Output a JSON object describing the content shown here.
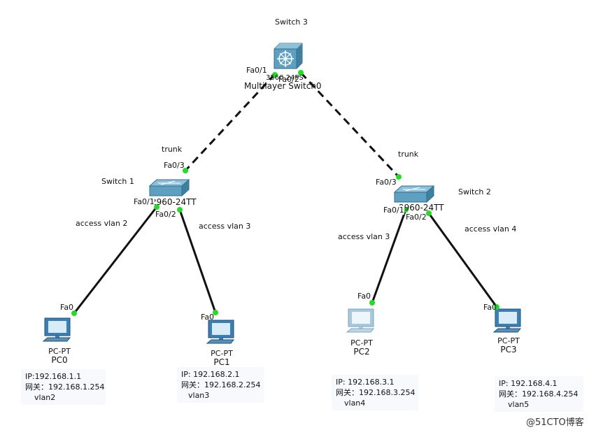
{
  "switch3": {
    "title": "Switch 3",
    "model": "3560 24PS",
    "name": "Multilayer Switch0",
    "port_left": "Fa0/1",
    "port_right": "Fa0/2"
  },
  "switch1": {
    "title": "Switch 1",
    "model": "2960-24TT",
    "port_up": "Fa0/3",
    "port_a": "Fa0/1",
    "port_b": "Fa0/2"
  },
  "switch2": {
    "title": "Switch 2",
    "model": "2960-24TT",
    "name": "Switch2",
    "port_up": "Fa0/3",
    "port_a": "Fa0/1",
    "port_b": "Fa0/2"
  },
  "links": {
    "trunk_left": "trunk",
    "trunk_right": "trunk",
    "access_pc0": "access vlan 2",
    "access_pc1": "access vlan 3",
    "access_pc2": "access vlan 3",
    "access_pc3": "access vlan 4"
  },
  "pcs": [
    {
      "type": "PC-PT",
      "name": "PC0",
      "port": "Fa0",
      "ip": "IP:192.168.1.1",
      "gw": "网关：192.168.1.254",
      "vlan": "vlan2"
    },
    {
      "type": "PC-PT",
      "name": "PC1",
      "port": "Fa0",
      "ip": "IP:  192.168.2.1",
      "gw": "网关：192.168.2.254",
      "vlan": "vlan3"
    },
    {
      "type": "PC-PT",
      "name": "PC2",
      "port": "Fa0",
      "ip": "IP:  192.168.3.1",
      "gw": "网关：192.168.3.254",
      "vlan": "vlan4"
    },
    {
      "type": "PC-PT",
      "name": "PC3",
      "port": "Fa0",
      "ip": "IP:  192.168.4.1",
      "gw": "网关：192.168.4.254",
      "vlan": "vlan5"
    }
  ],
  "watermark": "@51CTO博客",
  "colors": {
    "link": "#111111",
    "port_dot": "#22dd22",
    "switch_body": "#5f9fc0",
    "pc_blue": "#3b7fb5",
    "pc_faded": "#a8c8dc"
  }
}
